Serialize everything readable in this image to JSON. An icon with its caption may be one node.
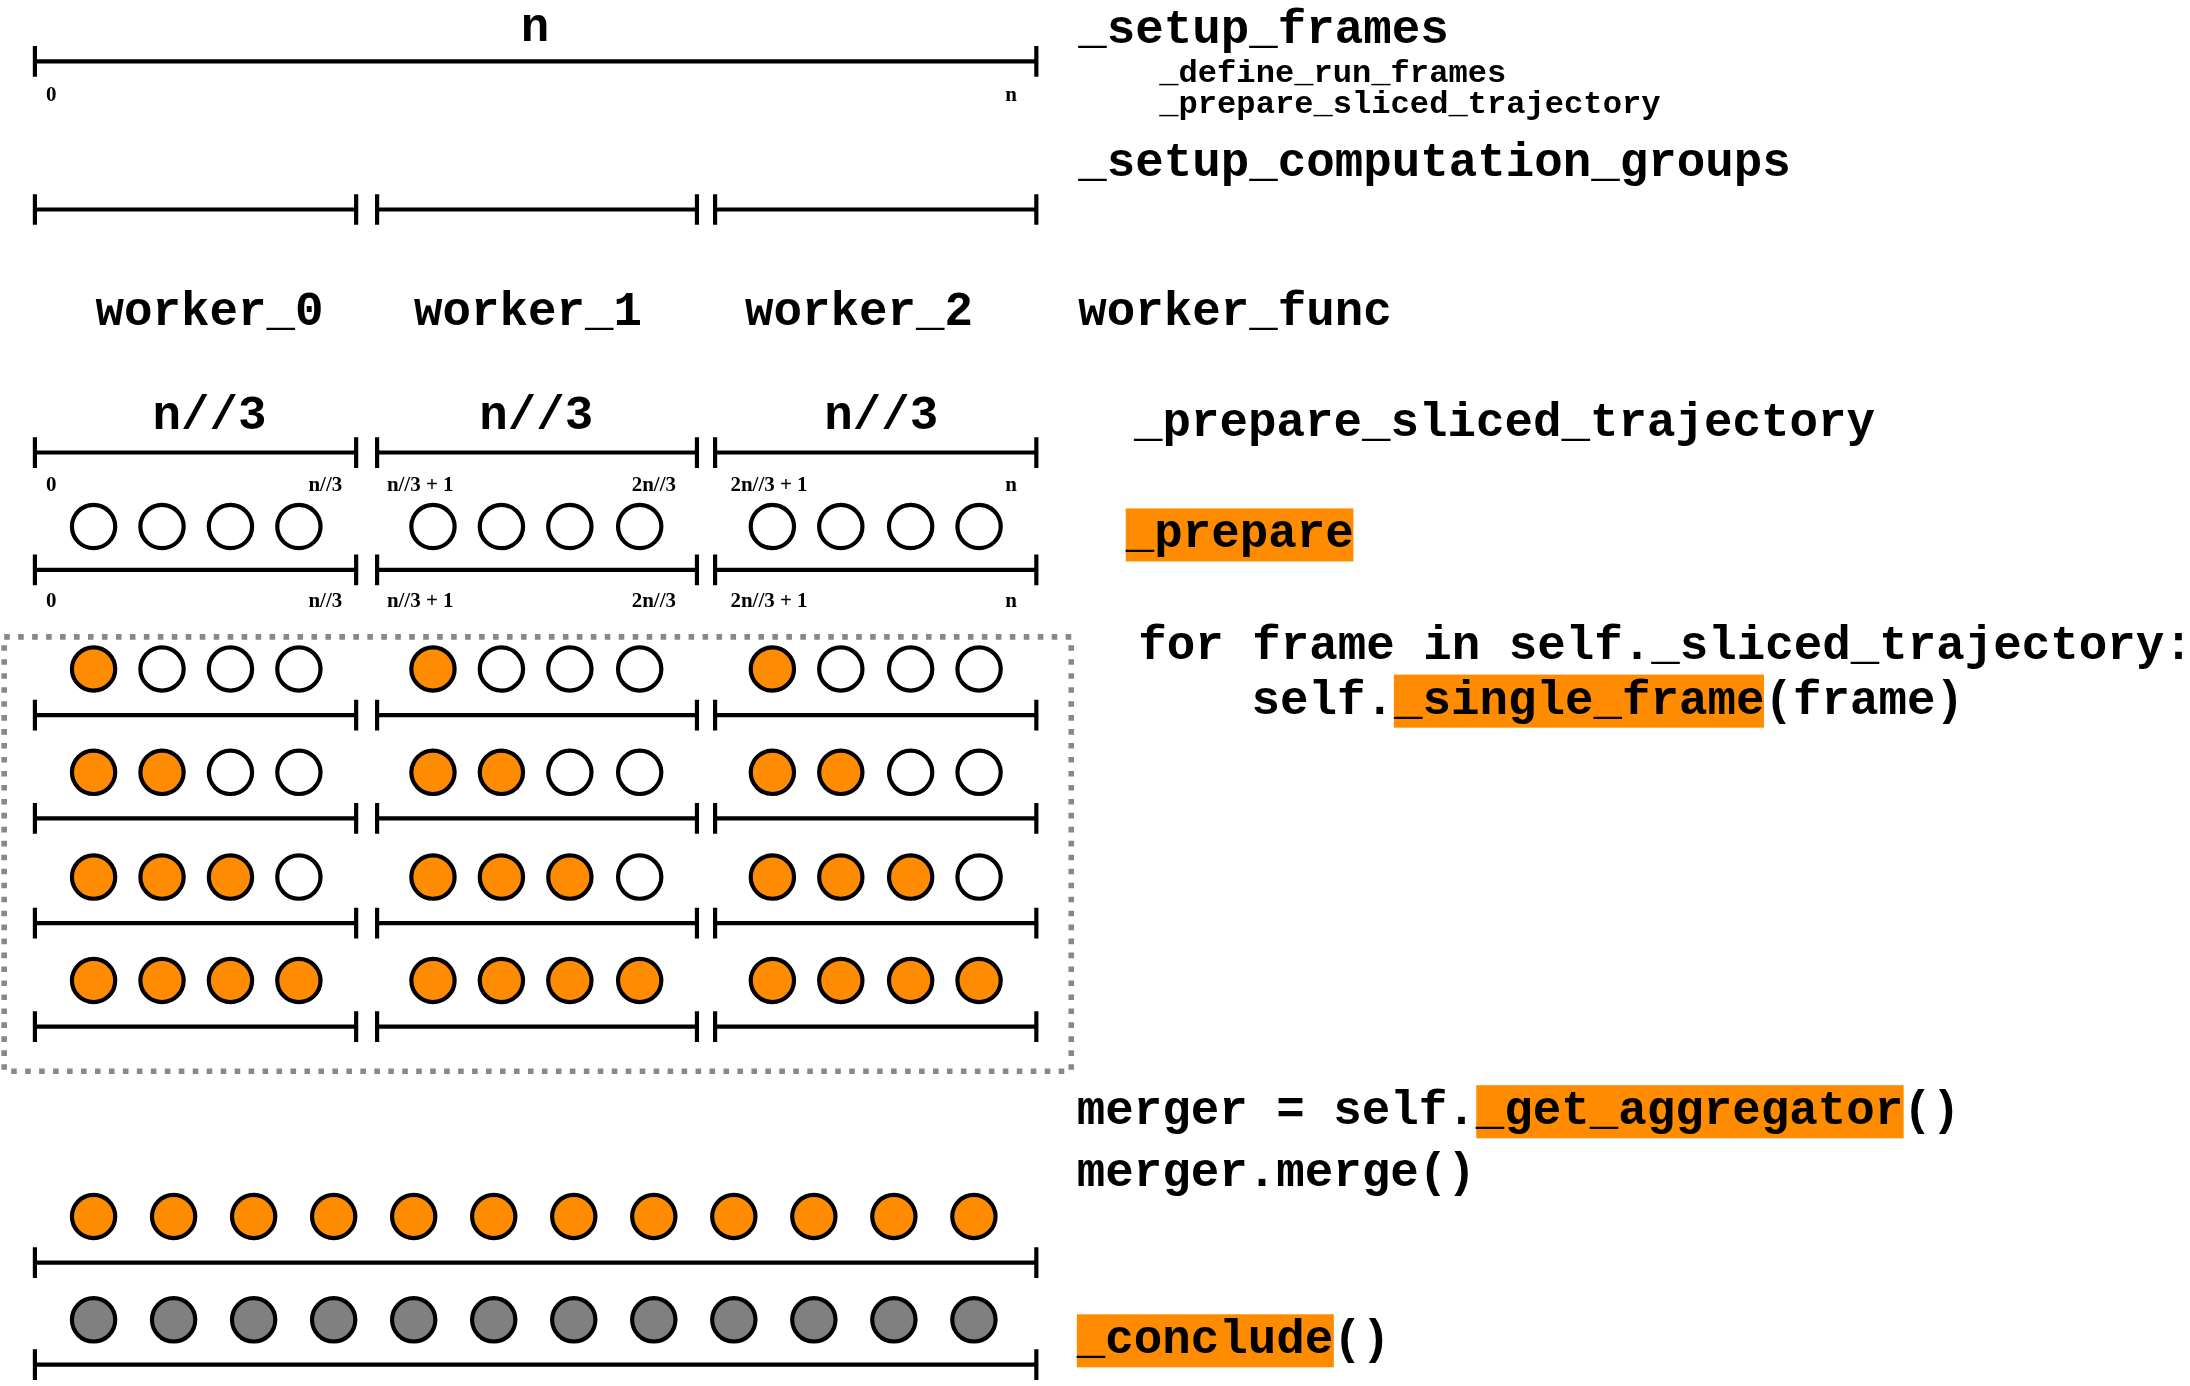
{
  "diagram": {
    "labels": [
      "n",
      "_setup_frames",
      "0",
      "n",
      "_define_run_frames",
      "_prepare_sliced_trajectory",
      "_setup_computation_groups",
      "worker_0",
      "worker_1",
      "worker_2",
      "worker_func",
      "n//3",
      "n//3",
      "n//3",
      "_prepare_sliced_trajectory",
      "0",
      "n//3",
      "n//3 + 1",
      "2n//3",
      "2n//3 + 1",
      "n",
      "_prepare",
      "0",
      "n//3",
      "n//3 + 1",
      "2n//3",
      "2n//3 + 1",
      "n",
      "for frame in self._sliced_trajectory:",
      "self.",
      "_single_frame",
      "(frame)",
      "merger = self.",
      "_get_aggregator",
      "()",
      "merger.merge()",
      "_conclude",
      "()"
    ]
  }
}
